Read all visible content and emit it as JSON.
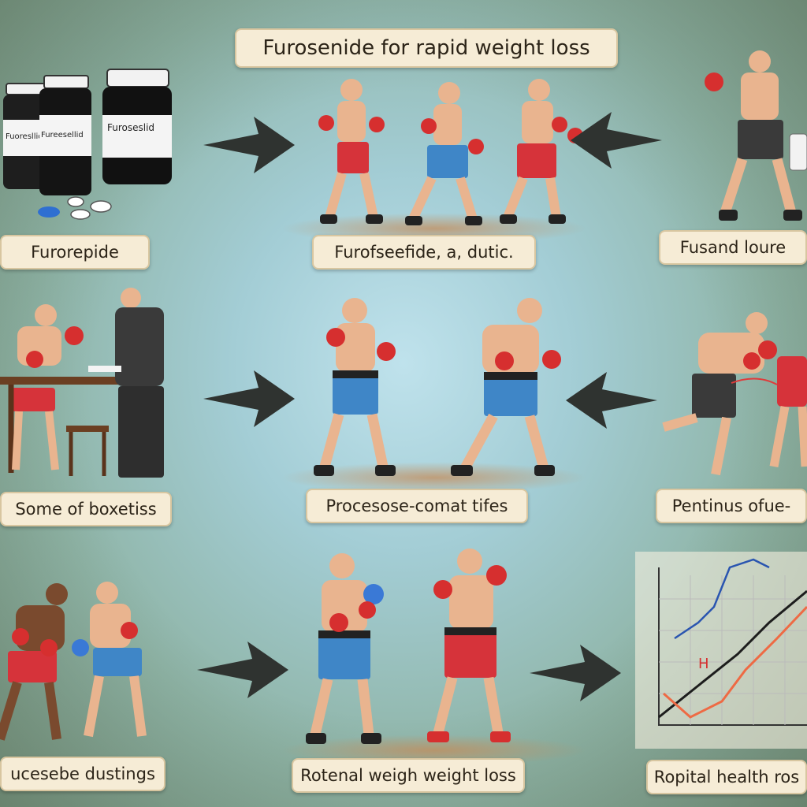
{
  "title": "Furosenide for rapid weight loss",
  "captions": {
    "r1c1": "Furorepide",
    "r1c2": "Furofseefide, a, dutic.",
    "r1c3": "Fusand loure",
    "r2c1": "Some of boxetiss",
    "r2c2": "Procesose-comat tifes",
    "r2c3": "Pentinus ofue-",
    "r3c1": "ucesebe dustings",
    "r3c2": "Rotenal weigh weight loss",
    "r3c3": "Ropital health ros"
  },
  "bottles": [
    "Fuoresllid",
    "Fureesellid",
    "Furoseslid"
  ],
  "chart_label": "H",
  "colors": {
    "skin": "#e9b48f",
    "skin_dark": "#7a4a2e",
    "glove_red": "#d62f2f",
    "shorts_red": "#d6333a",
    "shorts_blue": "#3f86c7",
    "shorts_black": "#3a3a3a",
    "arrow": "#2f3330",
    "banner_bg": "#f6ecd6"
  },
  "icons": [
    "arrow-right-icon",
    "arrow-left-icon",
    "pill-bottle-icon",
    "pill-icon",
    "boxer-figure-icon",
    "line-chart-icon"
  ]
}
